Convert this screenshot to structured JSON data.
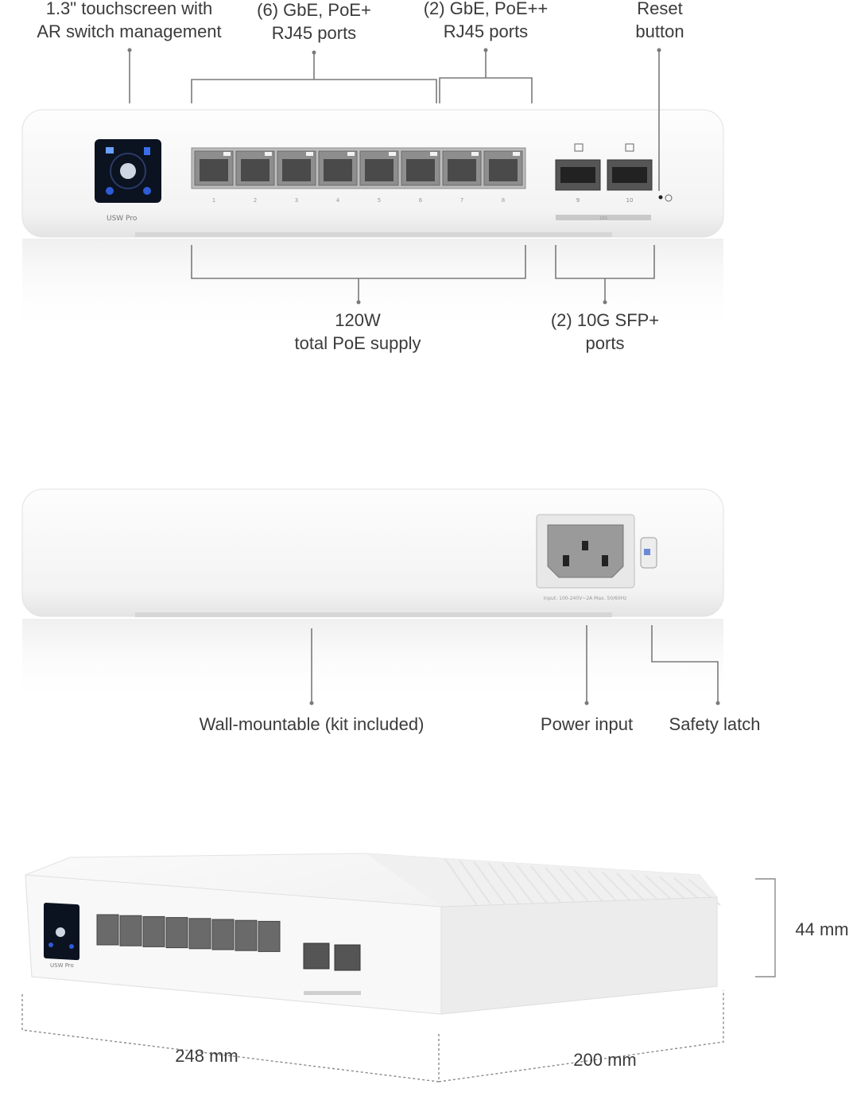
{
  "front_view": {
    "callouts": {
      "touchscreen": [
        "1.3\" touchscreen with",
        "AR switch management"
      ],
      "poe_plus_ports": [
        "(6) GbE, PoE+",
        "RJ45 ports"
      ],
      "poe_plusplus_ports": [
        "(2) GbE, PoE++",
        "RJ45 ports"
      ],
      "reset": [
        "Reset",
        "button"
      ],
      "poe_supply": [
        "120W",
        "total PoE supply"
      ],
      "sfp_ports": [
        "(2) 10G SFP+",
        "ports"
      ]
    },
    "device_logo": "USW Pro",
    "port_labels": [
      "1",
      "2",
      "3",
      "4",
      "5",
      "6",
      "7",
      "8"
    ],
    "sfp_labels": [
      "9",
      "10"
    ],
    "sfp_group_label": "10G"
  },
  "rear_view": {
    "callouts": {
      "wall_mount": "Wall-mountable (kit included)",
      "power_input": "Power input",
      "safety_latch": "Safety latch"
    },
    "power_rating": "Input: 100-240V~2A Max. 50/60Hz"
  },
  "dimensions_view": {
    "height": "44 mm",
    "width": "248 mm",
    "depth": "200 mm"
  },
  "colors": {
    "device_body": "#f7f7f7",
    "line": "#7a7a7a",
    "screen": "#0b1220",
    "text": "#3b3b3b"
  }
}
